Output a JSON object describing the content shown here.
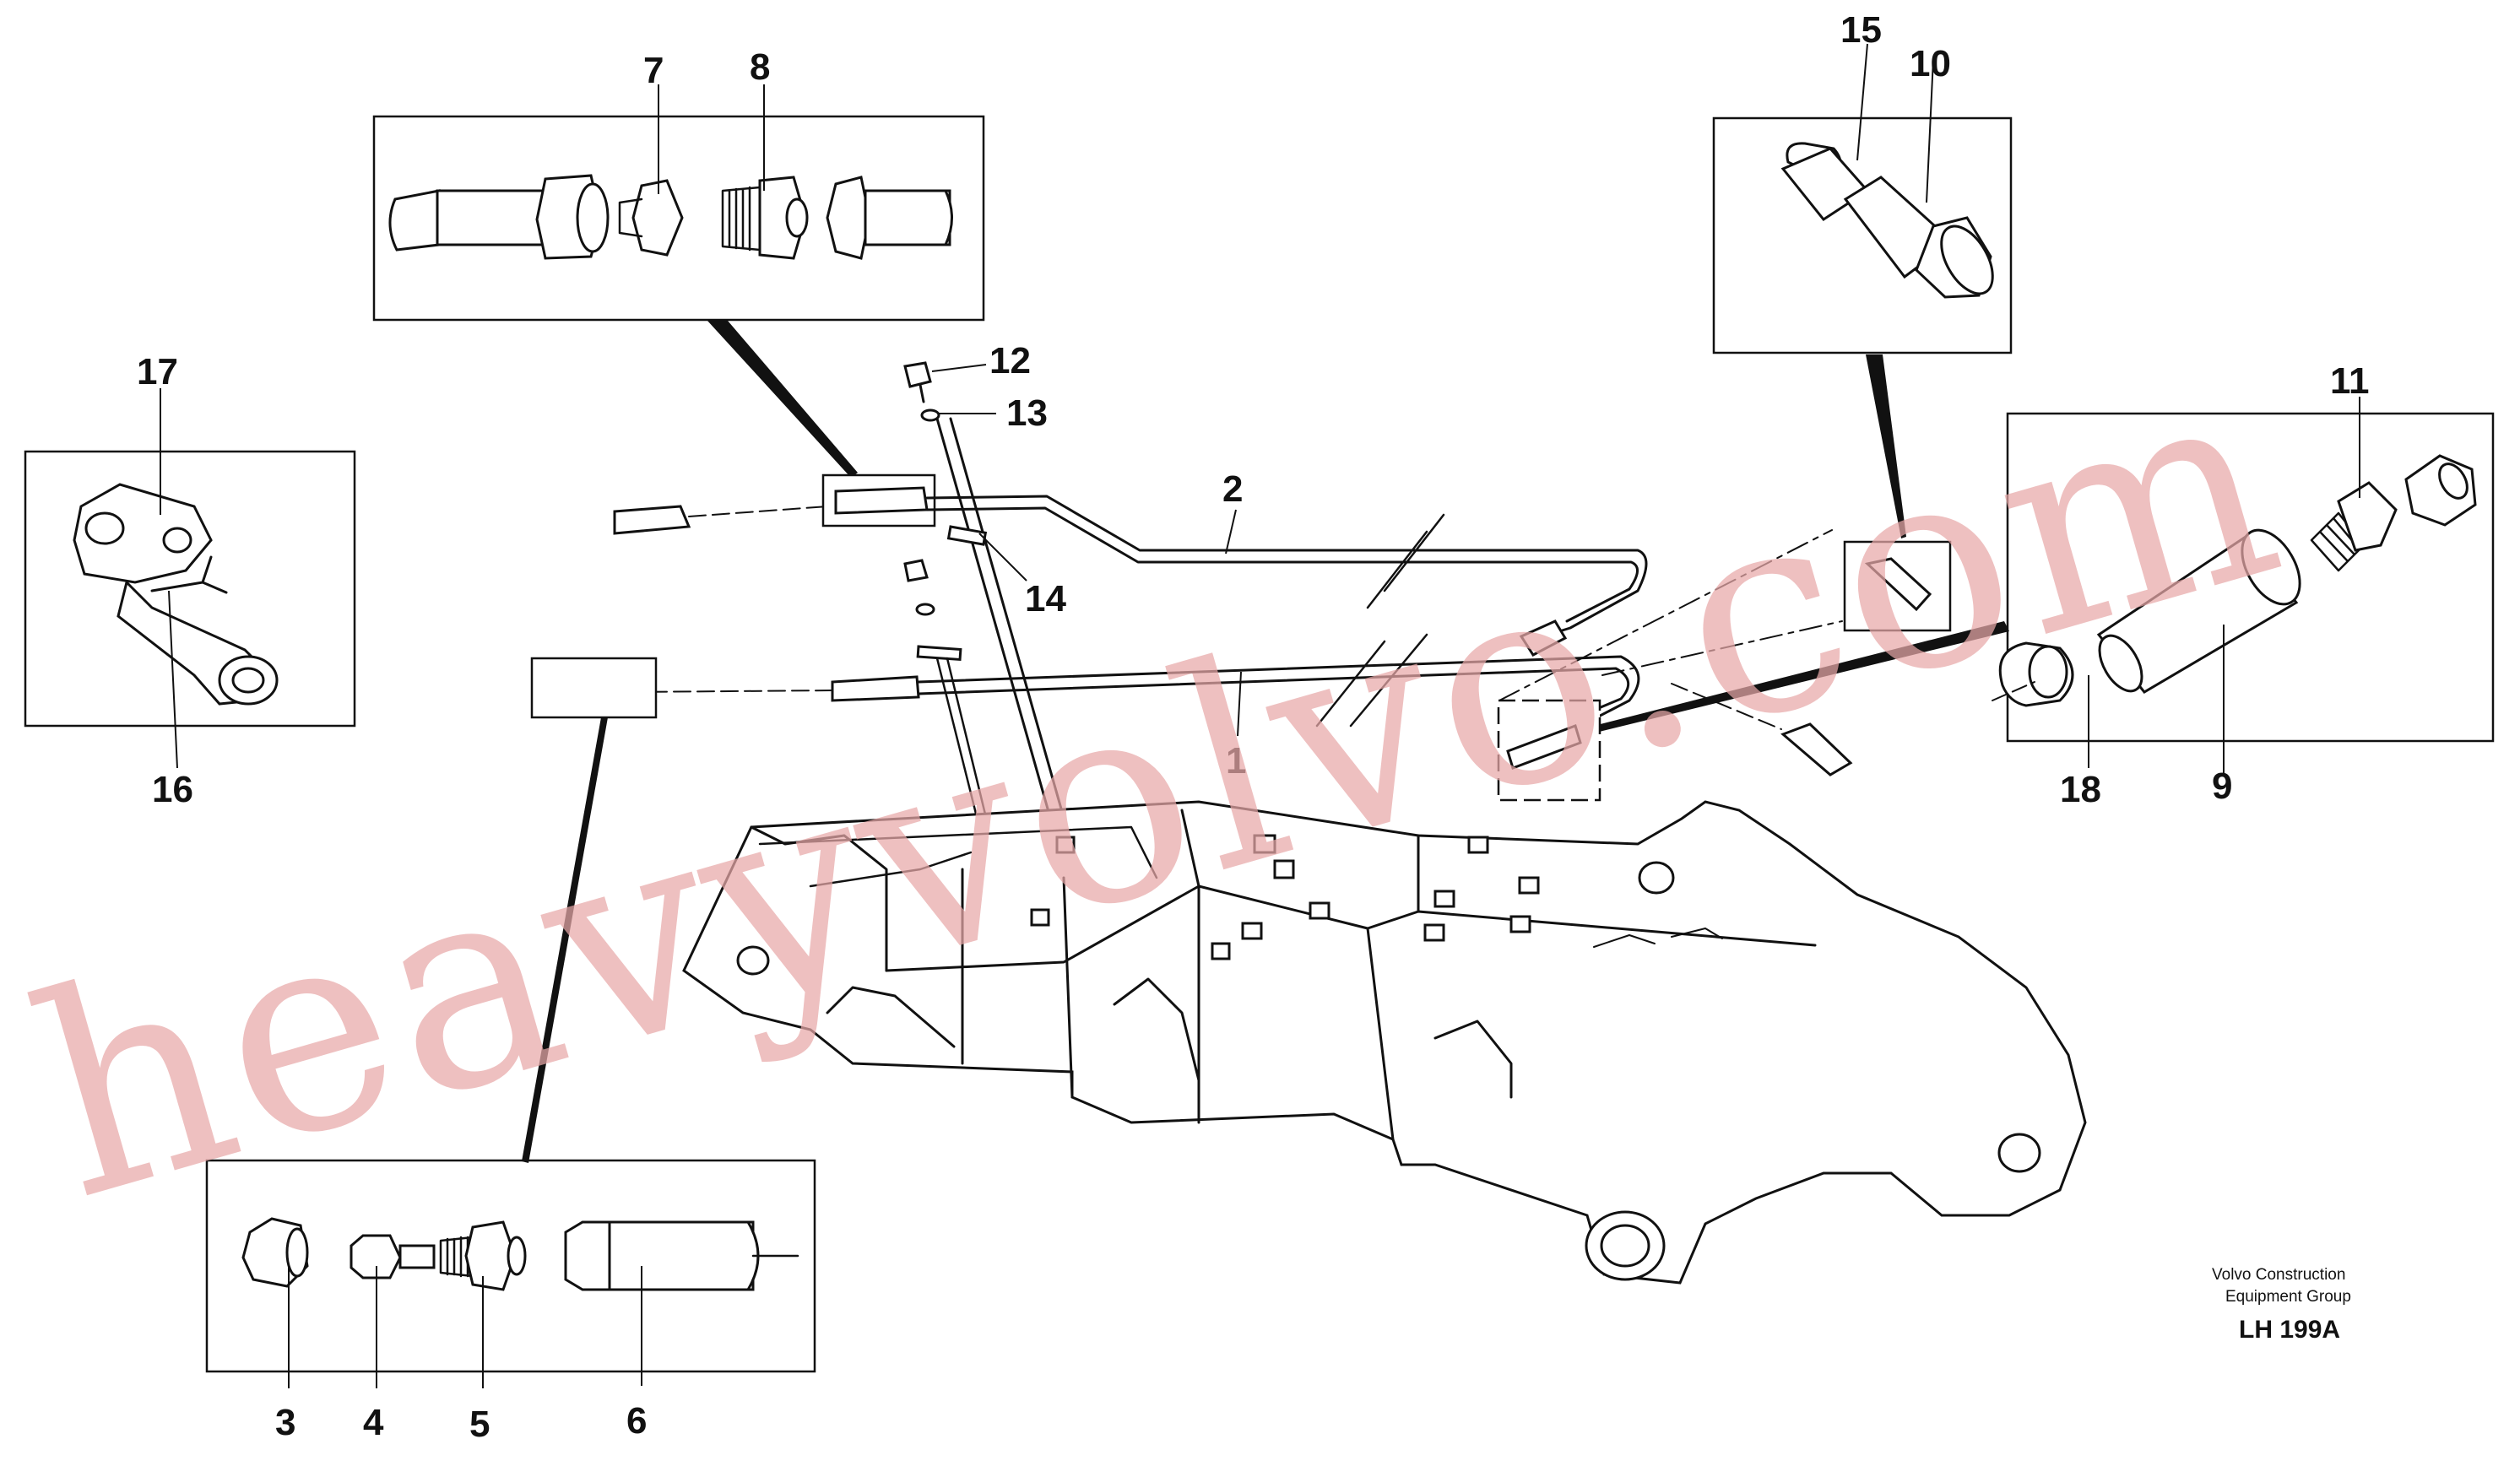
{
  "diagram": {
    "callouts": [
      "1",
      "2",
      "3",
      "4",
      "5",
      "6",
      "7",
      "8",
      "9",
      "10",
      "11",
      "12",
      "13",
      "14",
      "15",
      "16",
      "17",
      "18"
    ],
    "watermark": "heavyvolvo.com",
    "caption": {
      "line1": "Volvo Construction",
      "line2": "Equipment Group",
      "code": "LH 199A"
    }
  }
}
